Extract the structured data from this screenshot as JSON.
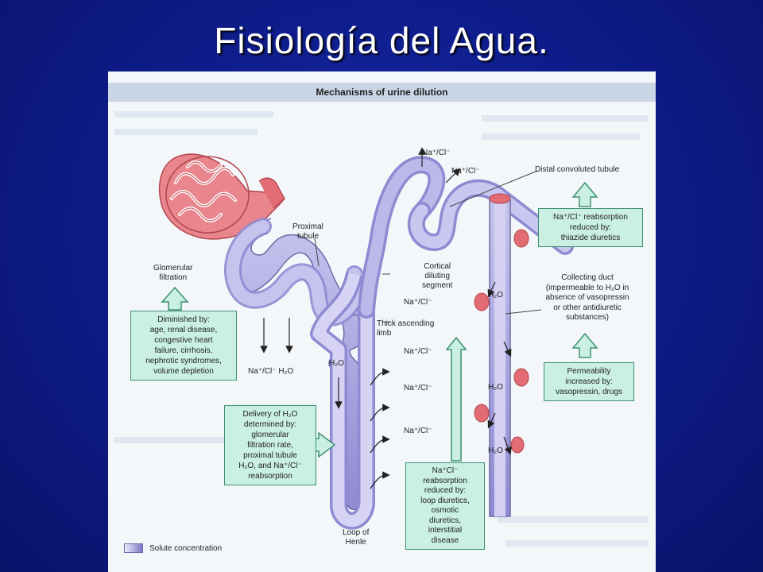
{
  "slide": {
    "title": "Fisiología del Agua."
  },
  "figure": {
    "header": "Mechanisms of urine dilution",
    "labels": {
      "proximal_tubule": [
        "Proximal",
        "tubule"
      ],
      "glomerular_filtration": [
        "Glomerular",
        "filtration"
      ],
      "loop_of_henle": [
        "Loop of",
        "Henle"
      ],
      "cortical_segment": [
        "Cortical",
        "diluting",
        "segment"
      ],
      "thick_limb": [
        "Thick ascending",
        "limb"
      ],
      "distal_tubule": "Distal convoluted tubule",
      "collecting_duct": [
        "Collecting duct",
        "(impermeable to H₂O in",
        "absence of vasopressin",
        "or other antidiuretic",
        "substances)"
      ],
      "nacl": "Na⁺/Cl⁻",
      "nacl_h2o": "Na⁺/Cl⁻  H₂O",
      "h2o": "H₂O"
    },
    "boxes": {
      "diminished": [
        "Diminished by:",
        "age, renal disease,",
        "congestive heart",
        "failure, cirrhosis,",
        "nephrotic syndromes,",
        "volume depletion"
      ],
      "delivery": [
        "Delivery of H₂O",
        "determined by:",
        "glomerular",
        "filtration rate,",
        "proximal tubule",
        "H₂O, and Na⁺/Cl⁻",
        "reabsorption"
      ],
      "loop_reabsorption": [
        "Na⁺Cl⁻",
        "reabsorption",
        "reduced by:",
        "loop diuretics,",
        "osmotic",
        "diuretics,",
        "interstitial",
        "disease"
      ],
      "distal_reabsorption": [
        "Na⁺/Cl⁻ reabsorption",
        "reduced by:",
        "thiazide diuretics"
      ],
      "permeability": [
        "Permeability",
        "increased by:",
        "vasopressin, drugs"
      ]
    },
    "legend": {
      "label": "Solute concentration"
    },
    "colors": {
      "tubule_fill": "#b9b6e8",
      "tubule_stroke": "#6e6aa6",
      "box_fill": "#c9f0e0",
      "box_stroke": "#3d8f72",
      "vessel_red": "#e36b73"
    }
  }
}
